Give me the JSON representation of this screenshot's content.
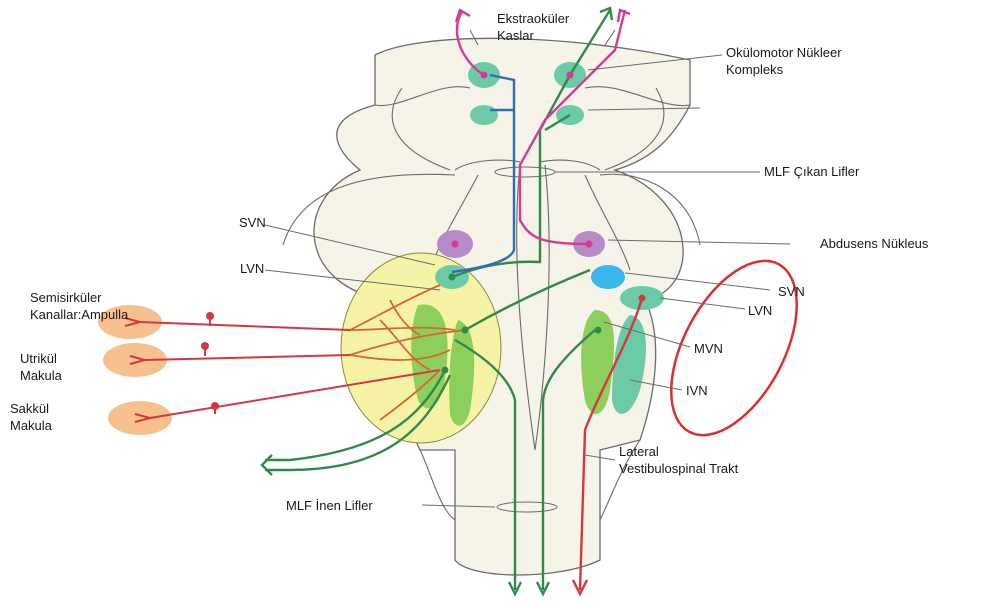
{
  "labels": {
    "ekstraokuler": [
      "Ekstraoküler",
      "Kaslar"
    ],
    "okulomotor": [
      "Okülomotor Nükleer",
      "Kompleks"
    ],
    "mlf_cikan": "MLF Çıkan Lifler",
    "abdusens": "Abdusens Nükleus",
    "svn_left": "SVN",
    "lvn_left": "LVN",
    "semisirkuler": [
      "Semisirküler",
      "Kanallar:Ampulla"
    ],
    "utrikul": [
      "Utrikül",
      "Makula"
    ],
    "sakkul": [
      "Sakkül",
      "Makula"
    ],
    "svn_right": "SVN",
    "lvn_right": "LVN",
    "mvn": "MVN",
    "ivn": "IVN",
    "lateral_vs": [
      "Lateral",
      "Vestibulospinal Trakt"
    ],
    "mlf_inen": "MLF İnen Lifler"
  },
  "colors": {
    "brainstem_fill": "#f6f3e9",
    "outline": "#6b6b6b",
    "yellow_ellipse": "#f7f3a6",
    "red_pathway": "#d4383c",
    "green_pathway": "#2f8a4a",
    "blue_pathway": "#2c6fb5",
    "magenta_pathway": "#d63a93",
    "orange_fiber": "#d8662b",
    "receptor_orange": "#f6c18f",
    "teal_nucleus": "#6ccba6",
    "purple_nucleus": "#b58cc8",
    "lightblue_nucleus": "#3bb7ee",
    "green_nucleus": "#8ccf5c",
    "red_ring": "#d9302c"
  }
}
